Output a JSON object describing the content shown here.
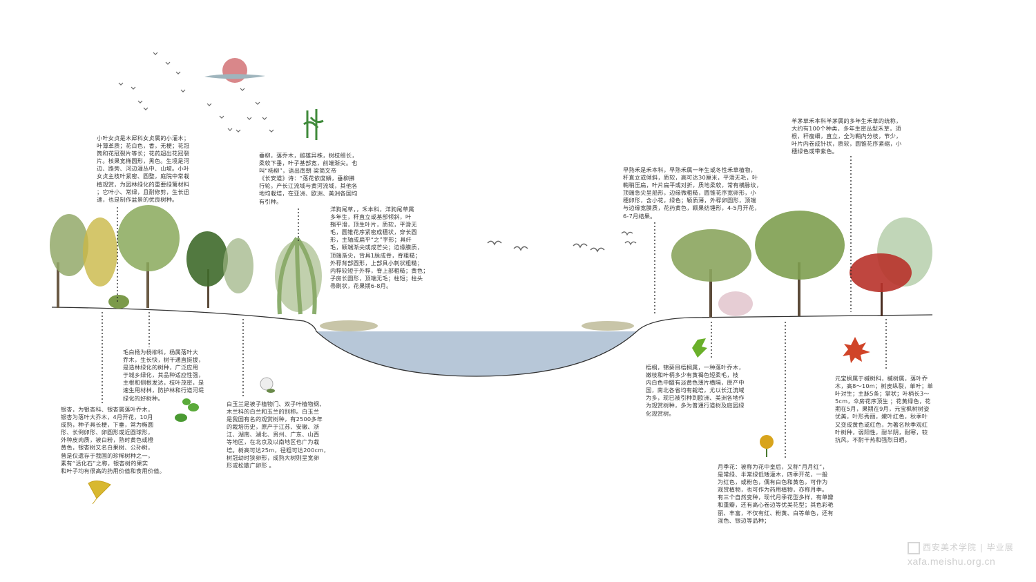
{
  "notes": [
    {
      "id": "xiaoye-nvzhen",
      "lines": [
        "小叶女贞是木犀科女贞属的小灌木；",
        "叶薄革质；花白色，香，无梗；花冠",
        "筒和花冠裂片等长；花药超出花冠裂",
        "片。核果宽椭圆形，黑色。生境是河",
        "边、路旁、河边灌丛中、山坡。小叶",
        "女贞主枝叶紧密、圆整，庭院中常栽",
        "植观赏，为园林绿化的重要绿篱材料",
        "；它叶小、常绿，且耐修剪，生长迅",
        "速，也是制作盆景的优良树种。"
      ]
    },
    {
      "id": "chuiliu",
      "lines": [
        "垂柳，落乔木，雌雄异株，树枝细长，",
        "柔软下垂，叶子基部宽，前端渐尖。也",
        "叫“杨柳”，语出南朝 梁简文帝",
        "《长安道》诗：“落花依度鳞，垂柳拂",
        "行轮。产长江流域与黄河流域，其他各",
        "地均栽培，在亚洲、欧洲、美洲各国均",
        "有引种。"
      ]
    },
    {
      "id": "yang-gouweicao",
      "lines": [
        "洋狗尾草，，禾本科，洋狗尾草属",
        "多年生，秆直立或基部倾斜，叶",
        "鞘平滑，顶生叶片，质软，平滑无",
        "毛，圆锥花序紧密成穗状，穿长圆",
        "形，主轴成扁平“之”字形；具纤",
        "毛，颖端渐尖或成芒尖；边缘膜质，",
        "顶端渐尖，背具1脉成脊，脊粗糙；",
        "外稃背部圆形，上部具小刺状粗糙；",
        "内稃较短于外稃，脊上部粗糙；黄色；",
        "子房长圆形，顶端无毛；柱短；柱头",
        "帚刷状，花果期6-8月。"
      ]
    },
    {
      "id": "maobaiyang",
      "lines": [
        "毛白杨为杨柳科，杨属落叶大",
        "乔木，生长快，树干通直挺拔，",
        "是造林绿化的树种，广泛应用",
        "于城乡绿化，其品种适应性强，",
        "主根和侧根发达，枝叶茂密，是",
        "速生用材林，防护林和行道河堤",
        "绿化的好树种。"
      ]
    },
    {
      "id": "yinxing",
      "lines": [
        "银杏，为银杏科、银杏属落叶乔木，",
        "银杏为落叶大乔木，4月开花，10月",
        "成熟，种子具长梗，下垂，常为椭圆",
        "形、长倒卵形、卵圆形或近圆球形，",
        "外种皮肉质，被白粉，熟时黄色或橙",
        "黄色，银杏树又名白果树、公孙树，",
        "曾是仅遗存于我国的珍稀树种之一，",
        "素有“活化石”之称，银杏树的果实",
        "和叶子均有很高的药用价值和食用价值。"
      ]
    },
    {
      "id": "baiyulan",
      "lines": [
        "白玉兰是被子植物门、双子叶植物纲、",
        "木兰科的白兰和玉兰的别称。白玉兰",
        "是我国有名的观赏树种，有2500多年",
        "的栽培历史，原产于江苏、安徽、浙",
        "江、湖南、湖北、贵州、广东、山西",
        "等地区，在北京及以南地区也广为栽",
        "培。树高可达25m，径粗可达200cm，",
        "树冠幼时狭卵形，成熟大树则呈宽卵",
        "形或松散广卵形 。"
      ]
    },
    {
      "id": "zaoshuhe",
      "lines": [
        "早熟禾是禾本科，早熟禾属一年生或冬性禾草植物，",
        "秆直立或倾斜，质软，高可达30厘米，平滑无毛，叶",
        "鞘稍压扁，叶片扁平或对折，质地柔软，常有横脉纹，",
        "顶端急尖呈船形，边缘微粗糙，圆锥花序宽卵形，小",
        "穗卵形，含小花，绿色；颖质薄，外稃卵圆形，顶端",
        "与边缘宽膜质，花药黄色，颖果纺锤形，4-5月开花，",
        "6-7月结果。"
      ]
    },
    {
      "id": "yangmaocao",
      "lines": [
        "羊茅草禾本科羊茅属的多年生禾草的统称，",
        "大约有100个种类，多年生密丛型禾草，须",
        "根，秆瘦细，直立，全为鞘内分枝，节少，",
        "叶片内卷成针状，质软，圆锥花序紧缩，小",
        "穗绿色或带紫色。"
      ]
    },
    {
      "id": "wutong",
      "lines": [
        "梧桐，锦葵目梧桐属，一种落叶乔木，",
        "嫩枝和叶柄多少有黄褐色短柔毛，枝",
        "内白色中髓有淡黄色薄片横隔，原产中",
        "国，南北各省均有栽培，尤以长江流域",
        "为多，现已被引种到欧洲、美洲各地作",
        "为观赏树种，多为普通行道树及庭园绿",
        "化观赏树。"
      ]
    },
    {
      "id": "yuanbaofeng",
      "lines": [
        "元宝枫属于槭树科，槭树属，落叶乔",
        "木，高8～10m；树皮纵裂，单叶；单",
        "叶对生；主脉5条；掌状；叶柄长3～",
        "5cm，伞房花序顶生 ；花黄绿色，花",
        "期在5月，果期在9月，元宝枫树树姿",
        "优美，叶形秀丽，嫩叶红色，秋季叶",
        "又变成黄色或红色，为著名秋季观红",
        "叶树种，弱阳性，耐半阴，耐寒，较",
        "抗风，不耐干热和强烈日晒。"
      ]
    },
    {
      "id": "yuejihua",
      "lines": [
        "月季花：被称为花中皇后，又称“月月红”，",
        "是常绿、半常绿低矮灌木，四季开花，一般",
        "为红色，或粉色，偶有白色和黄色，可作为",
        "观赏植物，也可作为药用植物，亦称月季。",
        "有三个自然变种，现代月季花型多样，有单瓣",
        "和重瓣，还有高心卷边等优美花型；其色彩艳",
        "丽、丰富，不仅有红、粉黄、白等单色，还有",
        "混色、银边等品种；"
      ]
    }
  ],
  "watermark": {
    "school": "西安美术学院",
    "sep": "|",
    "event": "毕业展",
    "url": "xafa.meishu.org.cn"
  },
  "colors": {
    "water": "#b7c7d8",
    "sun": "#d9878a",
    "tree_green": "#7fa05a",
    "maple_red": "#b8322a",
    "ginkgo_yellow": "#d8b830"
  }
}
